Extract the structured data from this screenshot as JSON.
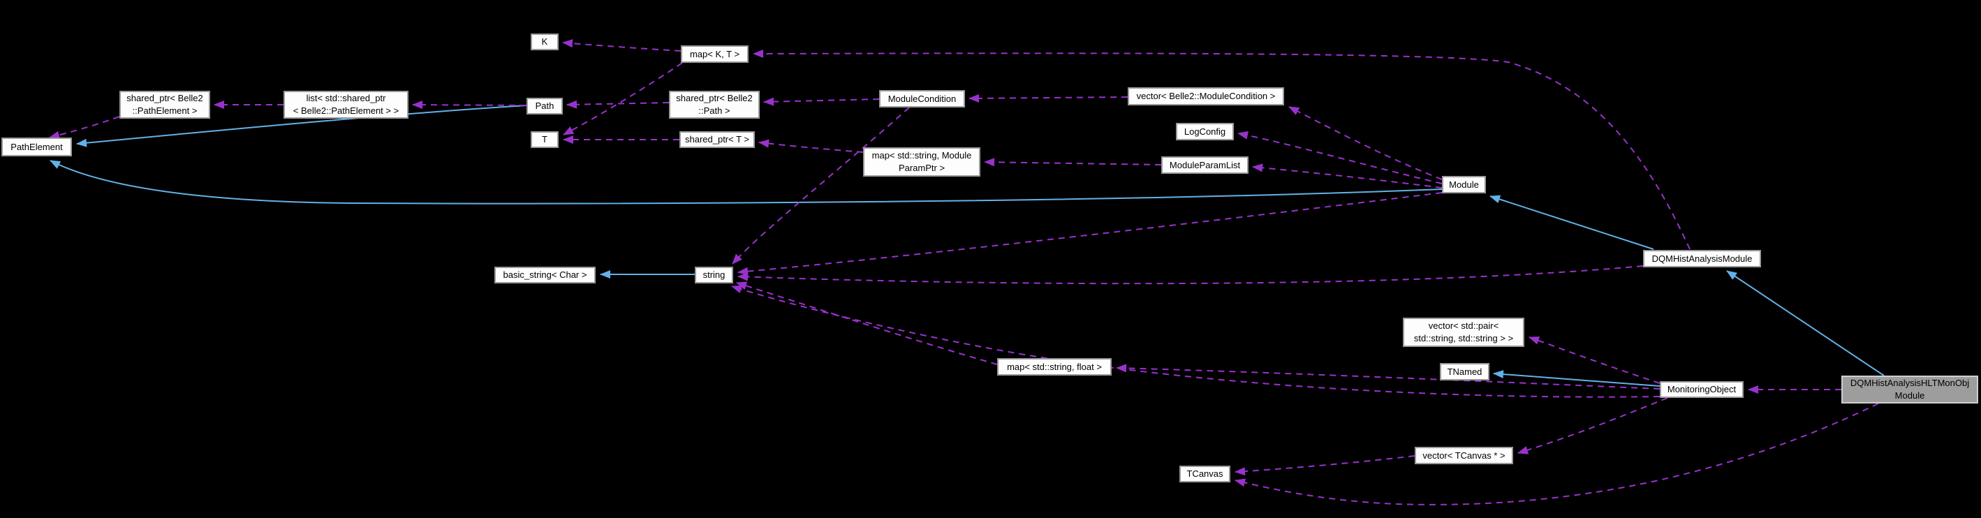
{
  "diagram": {
    "type": "doxygen-collaboration-graph",
    "focus_class": "DQMHistAnalysisHLTMonObjModule",
    "colors": {
      "background": "#000000",
      "node_fill": "#fdfdfd",
      "node_border": "#9a9a9a",
      "selected_node_fill": "#9d9d9d",
      "selected_node_border": "#cfcfcf",
      "inheritance_edge": "#63b1e8",
      "usage_edge": "#9932cc"
    },
    "nodes": [
      {
        "label": "K"
      },
      {
        "label": "map< K, T >"
      },
      {
        "label": "shared_ptr< Belle2\n::PathElement >"
      },
      {
        "label": "list< std::shared_ptr\n< Belle2::PathElement > >"
      },
      {
        "label": "Path"
      },
      {
        "label": "shared_ptr< Belle2\n::Path >"
      },
      {
        "label": "ModuleCondition"
      },
      {
        "label": "vector< Belle2::ModuleCondition >"
      },
      {
        "label": "T"
      },
      {
        "label": "shared_ptr< T >"
      },
      {
        "label": "map< std::string, Module\nParamPtr >"
      },
      {
        "label": "LogConfig"
      },
      {
        "label": "ModuleParamList"
      },
      {
        "label": "PathElement"
      },
      {
        "label": "Module"
      },
      {
        "label": "basic_string< Char >"
      },
      {
        "label": "string"
      },
      {
        "label": "DQMHistAnalysisModule"
      },
      {
        "label": "vector< std::pair<\nstd::string, std::string > >"
      },
      {
        "label": "TNamed"
      },
      {
        "label": "map< std::string, float >"
      },
      {
        "label": "MonitoringObject"
      },
      {
        "label": "DQMHistAnalysisHLTMonObj\nModule"
      },
      {
        "label": "vector< TCanvas * >"
      },
      {
        "label": "TCanvas"
      }
    ],
    "edges": {
      "inheritance": [
        {
          "from": "Path",
          "to": "PathElement"
        },
        {
          "from": "Module",
          "to": "PathElement"
        },
        {
          "from": "string",
          "to": "basic_string< Char >"
        },
        {
          "from": "DQMHistAnalysisModule",
          "to": "Module"
        },
        {
          "from": "MonitoringObject",
          "to": "TNamed"
        },
        {
          "from": "DQMHistAnalysisHLTMonObjModule",
          "to": "DQMHistAnalysisModule"
        }
      ],
      "usage": [
        {
          "from": "map< K, T >",
          "to": "K"
        },
        {
          "from": "map< K, T >",
          "to": "T"
        },
        {
          "from": "shared_ptr< T >",
          "to": "T"
        },
        {
          "from": "shared_ptr< Belle2::Path >",
          "to": "Path"
        },
        {
          "from": "Path",
          "to": "list< std::shared_ptr< Belle2::PathElement > >"
        },
        {
          "from": "list< std::shared_ptr< Belle2::PathElement > >",
          "to": "shared_ptr< Belle2::PathElement >"
        },
        {
          "from": "shared_ptr< Belle2::PathElement >",
          "to": "PathElement"
        },
        {
          "from": "ModuleCondition",
          "to": "shared_ptr< Belle2::Path >"
        },
        {
          "from": "vector< Belle2::ModuleCondition >",
          "to": "ModuleCondition"
        },
        {
          "from": "Module",
          "to": "vector< Belle2::ModuleCondition >"
        },
        {
          "from": "Module",
          "to": "LogConfig"
        },
        {
          "from": "Module",
          "to": "ModuleParamList"
        },
        {
          "from": "ModuleParamList",
          "to": "map< std::string, ModuleParamPtr >"
        },
        {
          "from": "map< std::string, ModuleParamPtr >",
          "to": "shared_ptr< T >"
        },
        {
          "from": "Module",
          "to": "string"
        },
        {
          "from": "ModuleCondition",
          "to": "string"
        },
        {
          "from": "DQMHistAnalysisModule",
          "to": "string"
        },
        {
          "from": "map< std::string, float >",
          "to": "string"
        },
        {
          "from": "MonitoringObject",
          "to": "string"
        },
        {
          "from": "MonitoringObject",
          "to": "vector< std::pair< std::string, std::string > >"
        },
        {
          "from": "MonitoringObject",
          "to": "map< std::string, float >"
        },
        {
          "from": "MonitoringObject",
          "to": "vector< TCanvas * >"
        },
        {
          "from": "vector< TCanvas * >",
          "to": "TCanvas"
        },
        {
          "from": "DQMHistAnalysisHLTMonObjModule",
          "to": "TCanvas"
        },
        {
          "from": "DQMHistAnalysisHLTMonObjModule",
          "to": "MonitoringObject"
        },
        {
          "from": "DQMHistAnalysisModule",
          "to": "map< K, T >"
        }
      ]
    }
  }
}
